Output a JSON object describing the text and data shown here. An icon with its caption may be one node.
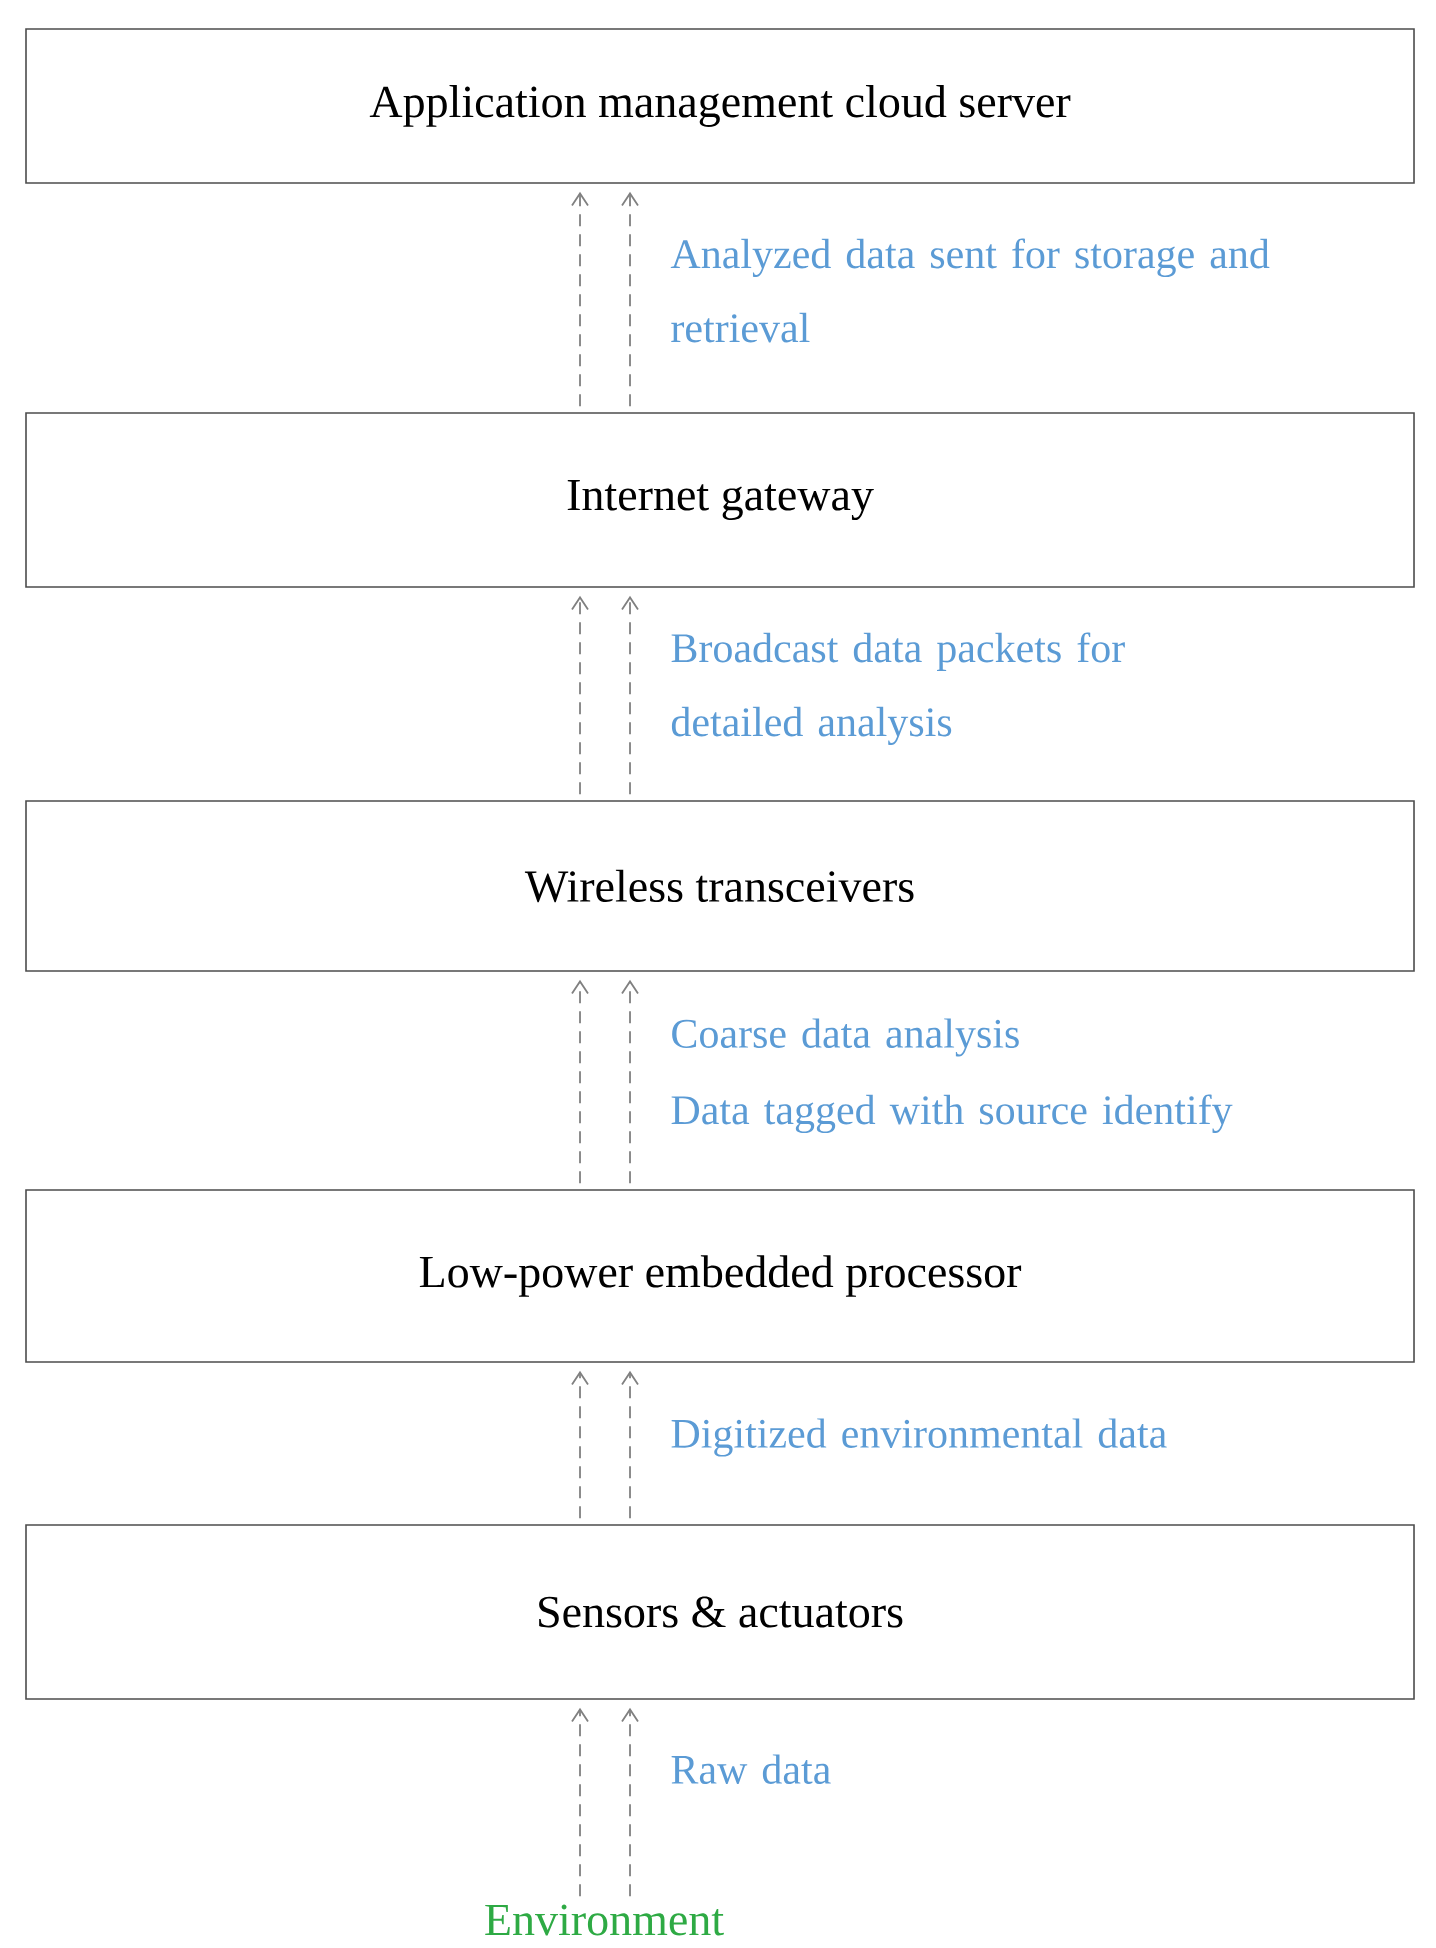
{
  "diagram": {
    "nodes": [
      {
        "text": [
          "Application management cloud server"
        ]
      },
      {
        "text": [
          "Internet gateway"
        ]
      },
      {
        "text": [
          "Wireless transceivers"
        ]
      },
      {
        "text": [
          "Low-power embedded processor"
        ]
      },
      {
        "text": [
          "Sensors & actuators"
        ]
      },
      {
        "text": [
          "Environment"
        ]
      }
    ],
    "edges": [
      {
        "from": 1,
        "to": 0,
        "arrow": "to",
        "style": "dashed"
      },
      {
        "from": 1,
        "to": 0,
        "arrow": "to",
        "style": "dashed",
        "label": "Analyzed data sent for storage and retrieval"
      },
      {
        "from": 2,
        "to": 1,
        "arrow": "to",
        "style": "dashed"
      },
      {
        "from": 2,
        "to": 1,
        "arrow": "to",
        "style": "dashed",
        "label": "Broadcast data packets for detailed analysis"
      },
      {
        "from": 3,
        "to": 2,
        "arrow": "to",
        "style": "dashed",
        "label": "Coarse data analysis"
      },
      {
        "from": 3,
        "to": 2,
        "arrow": "to",
        "style": "dashed",
        "label": "Data tagged with source identify"
      },
      {
        "from": 4,
        "to": 3,
        "arrow": "to",
        "style": "dashed"
      },
      {
        "from": 4,
        "to": 3,
        "arrow": "to",
        "style": "dashed",
        "label": "Digitized environmental data"
      },
      {
        "from": 5,
        "to": 4,
        "arrow": "to",
        "style": "dashed"
      },
      {
        "from": 5,
        "to": 4,
        "arrow": "to",
        "style": "dashed",
        "label": "Raw data"
      }
    ]
  }
}
